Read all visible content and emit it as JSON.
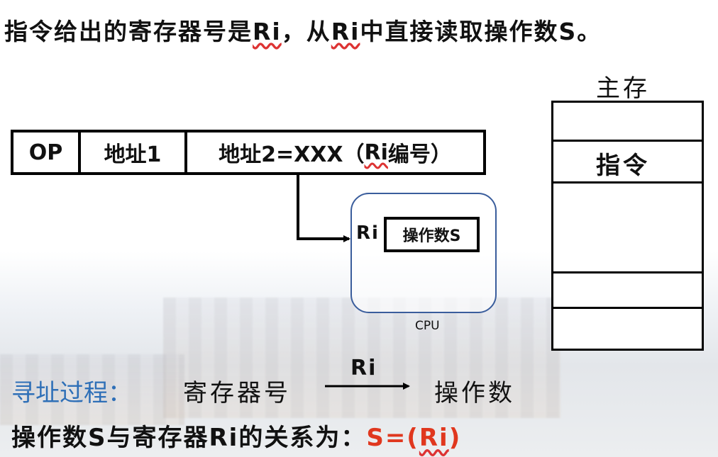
{
  "heading": {
    "part1": "指令给出的寄存器号是",
    "ri1": "Ri",
    "part2": "，从",
    "ri2": "Ri",
    "part3": "中直接读取操作数S。"
  },
  "instruction_format": {
    "op": "OP",
    "addr1": "地址1",
    "addr2_prefix": "地址2=XXX（",
    "addr2_ri": "Ri",
    "addr2_suffix": "编号）"
  },
  "cpu": {
    "register_name": "Ri",
    "register_content": "操作数S",
    "label": "CPU"
  },
  "memory": {
    "title": "主存",
    "instruction_cell": "指令"
  },
  "process": {
    "label": "寻址过程：",
    "from": "寄存器号",
    "arrow_label": "Ri",
    "to": "操作数"
  },
  "relation": {
    "text": "操作数S与寄存器Ri的关系为：",
    "formula_prefix": "S=(",
    "formula_ri": "Ri",
    "formula_suffix": ")"
  },
  "colors": {
    "label_blue": "#2e6fb7",
    "formula_red": "#e0371e",
    "cpu_border": "#3a5d9c"
  }
}
